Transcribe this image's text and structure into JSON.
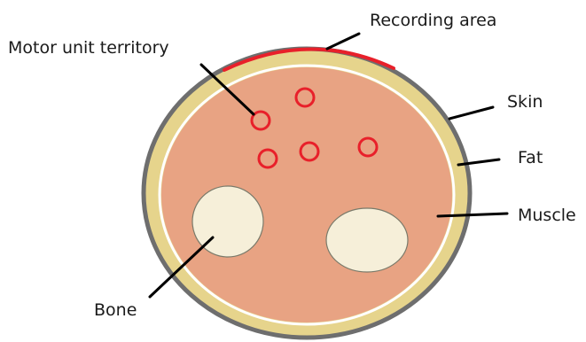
{
  "labels": {
    "recording_area": "Recording area",
    "motor_unit_territory": "Motor unit territory",
    "skin": "Skin",
    "fat": "Fat",
    "muscle": "Muscle",
    "bone": "Bone"
  },
  "colors": {
    "skin": "#6e6e6e",
    "fat": "#e6d48c",
    "muscle": "#e8a383",
    "bone": "#f6efd9",
    "bone_outline": "#7a7a6a",
    "motor_unit": "#e8202a",
    "recording_area": "#e8202a",
    "leader_line": "#000000"
  }
}
